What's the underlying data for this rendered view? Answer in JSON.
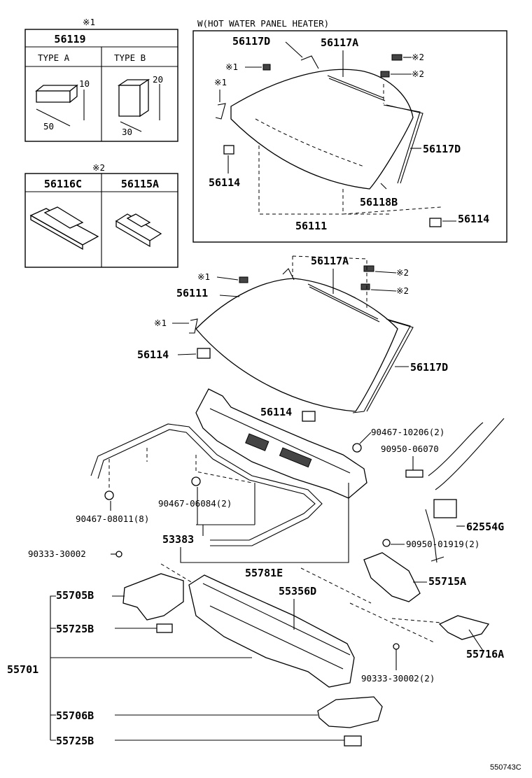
{
  "inset_type": {
    "note": "※1",
    "part_no": "56119",
    "col_a": "TYPE  A",
    "col_b": "TYPE  B",
    "dim_a_h": "10",
    "dim_a_w": "50",
    "dim_b_h": "20",
    "dim_b_w": "30"
  },
  "inset_brackets": {
    "note": "※2",
    "part_left": "56116C",
    "part_right": "56115A"
  },
  "heater_box": {
    "title": "W(HOT WATER PANEL HEATER)",
    "labels": {
      "p56117d_a": "56117D",
      "p56117a": "56117A",
      "n2_a": "※2",
      "n2_b": "※2",
      "n1_a": "※1",
      "n1_b": "※1",
      "p56117d_b": "56117D",
      "p56114_a": "56114",
      "p56118b": "56118B",
      "p56111": "56111",
      "p56114_b": "56114"
    }
  },
  "main": {
    "labels": {
      "p56117a": "56117A",
      "n1_a": "※1",
      "n2_a": "※2",
      "p56111": "56111",
      "n2_b": "※2",
      "n1_b": "※1",
      "p56114_a": "56114",
      "p56117d": "56117D",
      "p56114_b": "56114",
      "p90467_10206": "90467-10206(2)",
      "p90950_06070": "90950-06070",
      "p62554g": "62554G",
      "p90467_06084": "90467-06084(2)",
      "p90467_08011": "90467-08011(8)",
      "p53383": "53383",
      "p90950_01919": "90950-01919(2)",
      "p90333_30002_a": "90333-30002",
      "p55781e": "55781E",
      "p55715a": "55715A",
      "p55705b": "55705B",
      "p55356d": "55356D",
      "p55725b_a": "55725B",
      "p55716a": "55716A",
      "p55701": "55701",
      "p90333_30002_b": "90333-30002(2)",
      "p55706b": "55706B",
      "p55725b_b": "55725B"
    }
  },
  "diagram_code": "550743C"
}
